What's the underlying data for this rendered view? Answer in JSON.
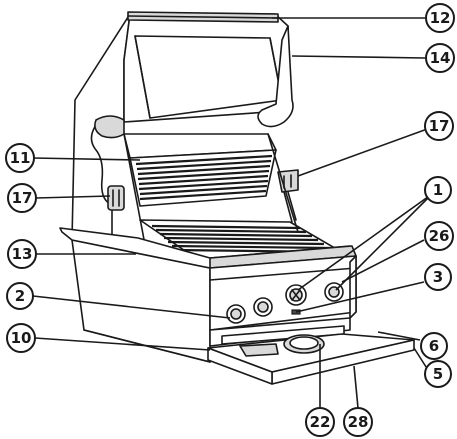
{
  "diagram": {
    "callouts": [
      {
        "id": "c12a",
        "label": "12"
      },
      {
        "id": "c14",
        "label": "14"
      },
      {
        "id": "c17r",
        "label": "17"
      },
      {
        "id": "c11",
        "label": "11"
      },
      {
        "id": "c17l",
        "label": "17"
      },
      {
        "id": "c1",
        "label": "1"
      },
      {
        "id": "c26",
        "label": "26"
      },
      {
        "id": "c13",
        "label": "13"
      },
      {
        "id": "c3",
        "label": "3"
      },
      {
        "id": "c2",
        "label": "2"
      },
      {
        "id": "c6",
        "label": "6"
      },
      {
        "id": "c10",
        "label": "10"
      },
      {
        "id": "c5",
        "label": "5"
      },
      {
        "id": "c22",
        "label": "22"
      },
      {
        "id": "c28",
        "label": "28"
      }
    ]
  },
  "colors": {
    "line": "#1a1a1a",
    "background": "#ffffff",
    "shade": "#d9d9d9"
  }
}
